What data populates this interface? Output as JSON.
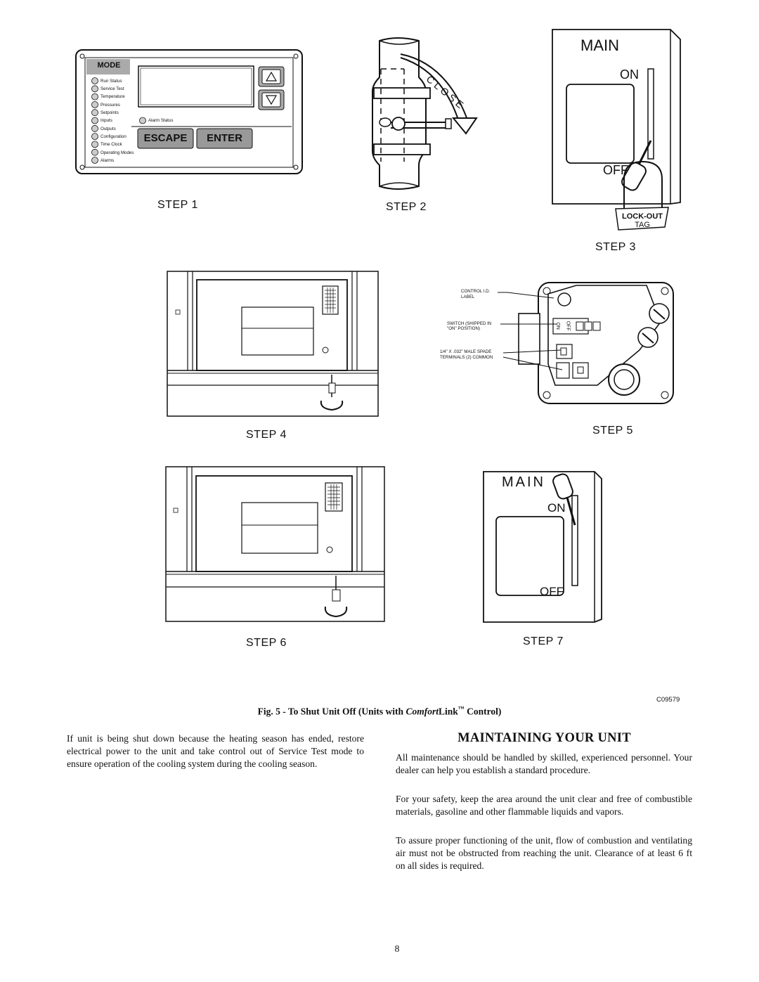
{
  "figure": {
    "steps": {
      "s1": "STEP 1",
      "s2": "STEP 2",
      "s3": "STEP 3",
      "s4": "STEP 4",
      "s5": "STEP 5",
      "s6": "STEP 6",
      "s7": "STEP 7"
    },
    "controller": {
      "mode_label": "MODE",
      "modes": [
        "Run Status",
        "Service Test",
        "Temperature",
        "Pressures",
        "Setpoints",
        "Inputs",
        "Outputs",
        "Configuration",
        "Time Clock",
        "Operating Modes",
        "Alarms"
      ],
      "alarm_status": "Alarm Status",
      "escape_label": "ESCAPE",
      "enter_label": "ENTER"
    },
    "valve": {
      "close_label": "CLOSE"
    },
    "switch_main": {
      "main_label": "MAIN",
      "on_label": "ON",
      "off_label": "OFF",
      "tag_line1": "LOCK-OUT",
      "tag_line2": "TAG"
    },
    "gas_valve": {
      "control_label_1": "CONTROL I.D.",
      "control_label_2": "LABEL",
      "switch_label_1": "SWITCH (SHIPPED IN",
      "switch_label_2": "\"ON\" POSITION)",
      "terminal_label_1": "1/4\" X .032\" MALE SPADE",
      "terminal_label_2": "TERMINALS (2) COMMON",
      "on_text": "ON",
      "off_text": "OFF"
    },
    "switch_main_2": {
      "main_label": "MAIN",
      "on_label": "ON",
      "off_label": "OFF"
    },
    "code": "C09579",
    "caption_prefix": "Fig. 5 - To Shut Unit Off (Units with ",
    "caption_brand": "Comfort",
    "caption_brand2": "Link",
    "caption_tm": "™",
    "caption_suffix": " Control)"
  },
  "left_paragraph": "If unit is being shut down because the heating season has ended, restore electrical power to the unit and take control out of Service Test mode to ensure operation of the cooling system during the cooling season.",
  "section": {
    "heading": "MAINTAINING YOUR UNIT",
    "p1": "All maintenance should be handled by skilled, experienced personnel. Your dealer can help you establish a standard procedure.",
    "p2": "For your safety, keep the area around the unit clear and free  of combustible materials, gasoline and other flammable liquids and vapors.",
    "p3": "To assure proper functioning of the unit, flow of combustion and ventilating air must not be obstructed from reaching the unit. Clearance of at least 6 ft on all sides is required."
  },
  "page_number": "8"
}
